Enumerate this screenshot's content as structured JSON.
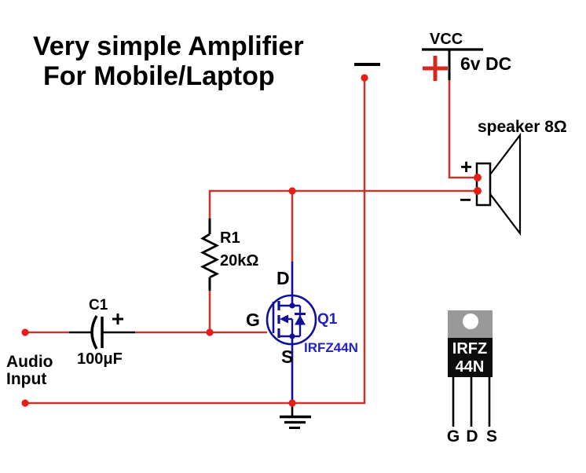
{
  "title": {
    "line1": "Very simple Amplifier",
    "line2": "For Mobile/Laptop"
  },
  "power": {
    "vcc": "VCC",
    "voltage": "6v DC"
  },
  "speaker": {
    "label": "speaker 8Ω",
    "plus": "+",
    "minus": "−"
  },
  "resistor": {
    "ref": "R1",
    "value": "20kΩ"
  },
  "capacitor": {
    "ref": "C1",
    "value": "100μF",
    "plus": "+"
  },
  "mosfet": {
    "ref": "Q1",
    "part": "IRFZ44N",
    "drain": "D",
    "gate": "G",
    "source": "S"
  },
  "audio_input": {
    "line1": "Audio",
    "line2": "Input"
  },
  "package": {
    "line1": "IRFZ",
    "line2": "44N",
    "pin_g": "G",
    "pin_d": "D",
    "pin_s": "S"
  },
  "colors": {
    "wire_red": "#c0392e",
    "dot_red": "#e81d17",
    "symbol_blue": "#10109a",
    "text_blue": "#2222c4",
    "plus_red": "#d62822",
    "black": "#000000",
    "tab_gray": "#999999"
  }
}
